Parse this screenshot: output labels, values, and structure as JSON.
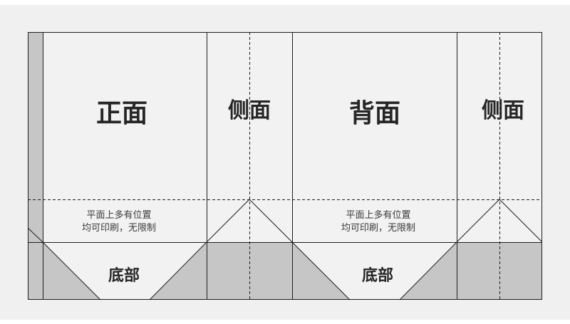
{
  "panels": {
    "front": "正面",
    "side_1": "侧面",
    "back": "背面",
    "side_2": "侧面"
  },
  "notes": {
    "left": {
      "line1": "平面上多有位置",
      "line2": "均可印刷，无限制"
    },
    "right": {
      "line1": "平面上多有位置",
      "line2": "均可印刷，无限制"
    }
  },
  "bottoms": {
    "left": "底部",
    "right": "底部"
  },
  "colors": {
    "page": "#ffffff",
    "band": "#f0f0f0",
    "paper": "#f2f2f2",
    "shade": "#c6c6c6",
    "line": "#1e1e1e"
  }
}
